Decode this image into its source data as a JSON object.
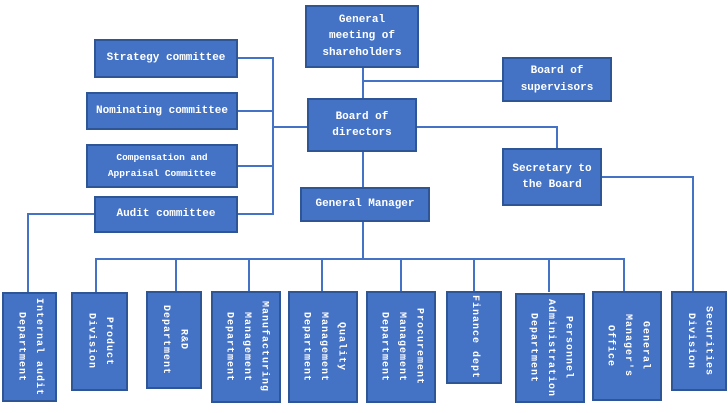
{
  "diagram": {
    "type": "org-chart",
    "colors": {
      "box_fill": "#4472C4",
      "box_border": "#2E5697",
      "connector": "#4472C4",
      "text": "#FFFFFF",
      "background": "#FFFFFF"
    },
    "nodes": {
      "general_meeting": {
        "label": "General\nmeeting of\nshareholders"
      },
      "board_supervisors": {
        "label": "Board of\nsupervisors"
      },
      "board_directors": {
        "label": "Board of\ndirectors"
      },
      "secretary_board": {
        "label": "Secretary to\nthe Board"
      },
      "general_manager": {
        "label": "General Manager"
      },
      "strategy": {
        "label": "Strategy committee"
      },
      "nominating": {
        "label": "Nominating committee"
      },
      "compensation": {
        "label": "Compensation and\nAppraisal Committee"
      },
      "audit": {
        "label": "Audit committee"
      },
      "internal_audit": {
        "label": "Internal audit\nDepartment"
      },
      "product": {
        "label": "Product\nDivision"
      },
      "rd": {
        "label": "R&D\nDepartment"
      },
      "manufacturing": {
        "label": "Manufacturing\nManagement\nDepartment"
      },
      "quality": {
        "label": "Quality\nManagement\nDepartment"
      },
      "procurement": {
        "label": "Procurement\nManagement\nDepartment"
      },
      "finance": {
        "label": "Finance dept"
      },
      "personnel": {
        "label": "Personnel\nAdministration\nDepartment"
      },
      "gm_office": {
        "label": "General\nManager's\nOffice"
      },
      "securities": {
        "label": "Securities\nDivision"
      }
    },
    "edges": [
      [
        "general_meeting",
        "board_directors"
      ],
      [
        "general_meeting",
        "board_supervisors"
      ],
      [
        "board_directors",
        "strategy"
      ],
      [
        "board_directors",
        "nominating"
      ],
      [
        "board_directors",
        "compensation"
      ],
      [
        "board_directors",
        "audit"
      ],
      [
        "board_directors",
        "secretary_board"
      ],
      [
        "board_directors",
        "general_manager"
      ],
      [
        "audit",
        "internal_audit"
      ],
      [
        "secretary_board",
        "securities"
      ],
      [
        "general_manager",
        "product"
      ],
      [
        "general_manager",
        "rd"
      ],
      [
        "general_manager",
        "manufacturing"
      ],
      [
        "general_manager",
        "quality"
      ],
      [
        "general_manager",
        "procurement"
      ],
      [
        "general_manager",
        "finance"
      ],
      [
        "general_manager",
        "personnel"
      ],
      [
        "general_manager",
        "gm_office"
      ]
    ]
  }
}
